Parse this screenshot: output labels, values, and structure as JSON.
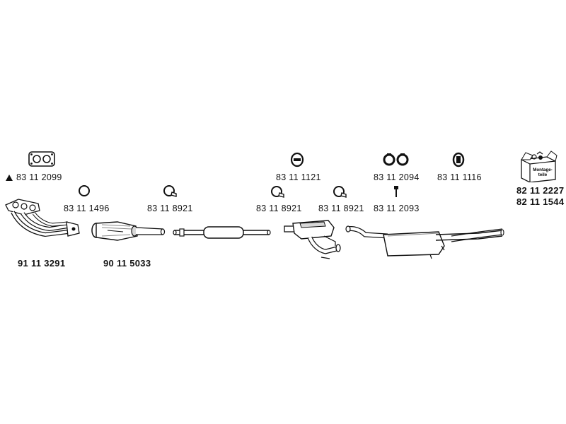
{
  "parts": {
    "gasket": {
      "number": "83 11 2099",
      "marker": "triangle",
      "icon": "flange-gasket-icon"
    },
    "ring_seal": {
      "number": "83 11 1496",
      "icon": "ring-seal-icon"
    },
    "clamp_1": {
      "number": "83 11 8921",
      "icon": "pipe-clamp-icon"
    },
    "clamp_2": {
      "number": "83 11 8921",
      "icon": "pipe-clamp-icon"
    },
    "clamp_3": {
      "number": "83 11 8921",
      "icon": "pipe-clamp-icon"
    },
    "rubber_mount_1": {
      "number": "83 11 1121",
      "icon": "rubber-mount-icon"
    },
    "rubber_rings": {
      "number": "83 11 2094",
      "icon": "rubber-rings-icon"
    },
    "bolt": {
      "number": "83 11 2093",
      "icon": "bolt-icon"
    },
    "rubber_mount_2": {
      "number": "83 11 1116",
      "icon": "rubber-mount-icon"
    },
    "mounting_kit": {
      "numbers": [
        "82 11 2227",
        "82 11 1544"
      ],
      "box_text": [
        "Montage-",
        "teile"
      ],
      "icon": "mounting-kit-box-icon"
    },
    "front_pipe": {
      "number": "91 11 3291",
      "icon": "exhaust-manifold-pipe-icon"
    },
    "catalytic_converter": {
      "number": "90 11 5033",
      "icon": "catalytic-converter-icon"
    },
    "middle_silencer": {
      "icon": "middle-silencer-icon"
    },
    "centre_silencer": {
      "icon": "centre-silencer-icon"
    },
    "rear_silencer": {
      "icon": "rear-silencer-icon"
    }
  },
  "colors": {
    "line": "#111111",
    "fill": "#ffffff",
    "shade": "#d8d8d8"
  }
}
